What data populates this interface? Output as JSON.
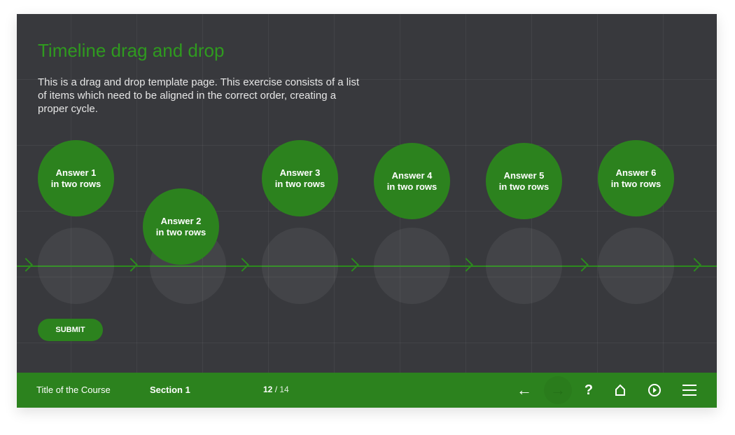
{
  "title": "Timeline drag and drop",
  "description": "This is a drag and drop template page. This exercise consists of a list of items which need to be aligned in the correct order, creating a proper cycle.",
  "answers": [
    {
      "line1": "Answer 1",
      "line2": "in two rows"
    },
    {
      "line1": "Answer 2",
      "line2": "in two rows"
    },
    {
      "line1": "Answer 3",
      "line2": "in two rows"
    },
    {
      "line1": "Answer 4",
      "line2": "in two rows"
    },
    {
      "line1": "Answer 5",
      "line2": "in two rows"
    },
    {
      "line1": "Answer 6",
      "line2": "in two rows"
    }
  ],
  "submit_label": "SUBMIT",
  "footer": {
    "course": "Title of the Course",
    "section": "Section 1",
    "page_current": "12",
    "page_sep": " / ",
    "page_total": "14",
    "icons": [
      "arrow-left-icon",
      "arrow-right-icon",
      "help-icon",
      "home-icon",
      "play-icon",
      "menu-icon"
    ]
  },
  "colors": {
    "accent": "#2c821e",
    "title": "#2f9a1f",
    "background": "#38393d"
  }
}
